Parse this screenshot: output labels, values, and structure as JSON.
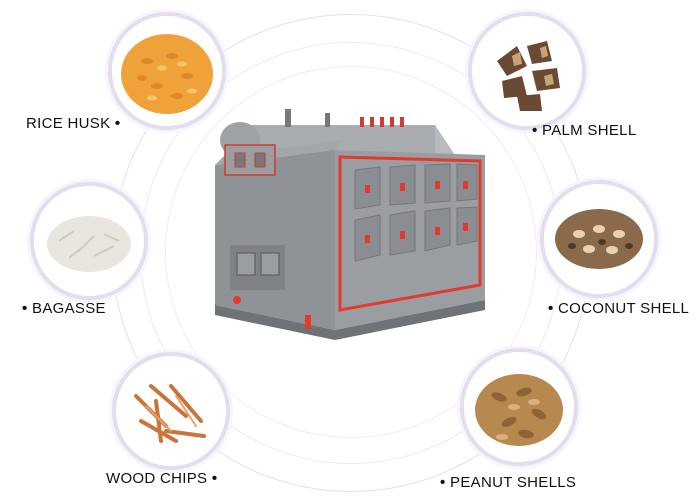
{
  "fuels": {
    "rice_husk": {
      "label": "RICE HUSK",
      "icon": "rice-husk-icon",
      "color": "#f0a23a"
    },
    "palm_shell": {
      "label": "PALM SHELL",
      "icon": "palm-shell-icon",
      "color": "#6b4a33"
    },
    "bagasse": {
      "label": "BAGASSE",
      "icon": "bagasse-icon",
      "color": "#e8e6df"
    },
    "coconut_shell": {
      "label": "COCONUT SHELL",
      "icon": "coconut-shell-icon",
      "color": "#8a6a4a"
    },
    "wood_chips": {
      "label": "WOOD CHIPS",
      "icon": "wood-chips-icon",
      "color": "#c9743a"
    },
    "peanut_shells": {
      "label": "PEANUT SHELLS",
      "icon": "peanut-shells-icon",
      "color": "#b8894f"
    }
  },
  "bullet": "•",
  "colors": {
    "ring": "#e6def0",
    "boiler_body": "#8f9297",
    "boiler_trim": "#e23b2e"
  }
}
